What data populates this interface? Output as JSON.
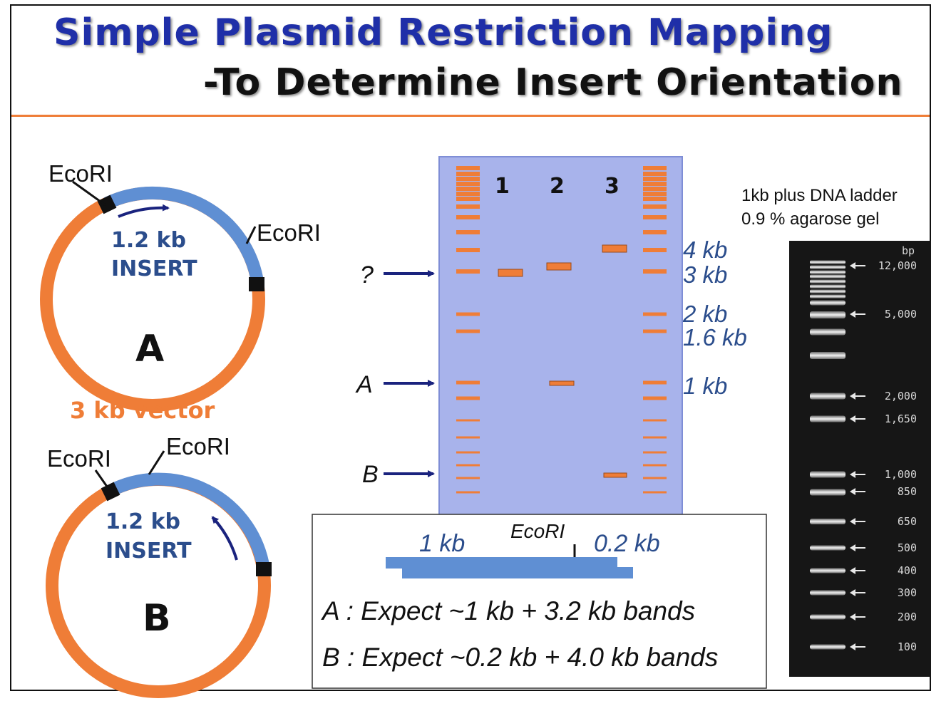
{
  "title": {
    "line1": "Simple Plasmid Restriction Mapping",
    "line2": "-To Determine Insert Orientation"
  },
  "colors": {
    "vector": "#ef7d37",
    "insert": "#5f8fd3",
    "title_blue": "#1f2fa8",
    "label_blue": "#2b4d8c",
    "gel_bg": "#a8b3eb",
    "band": "#ef7d37"
  },
  "plasmid_a": {
    "site_label_1": "EcoRI",
    "site_label_2": "EcoRI",
    "insert_size": "1.2 kb",
    "insert_label": "INSERT",
    "letter": "A",
    "vector_label": "3 kb vector"
  },
  "plasmid_b": {
    "site_label_1": "EcoRI",
    "site_label_2": "EcoRI",
    "insert_size": "1.2 kb",
    "insert_label": "INSERT",
    "letter": "B"
  },
  "gel": {
    "lanes": [
      "1",
      "2",
      "3"
    ],
    "size_labels": [
      "4 kb",
      "3 kb",
      "2 kb",
      "1.6 kb",
      "1 kb"
    ],
    "arrow_labels": [
      "?",
      "A",
      "B"
    ],
    "sample_bands_kb": {
      "lane_1": [
        3.0
      ],
      "lane_2": [
        3.2,
        1.0
      ],
      "lane_3": [
        4.0,
        0.2
      ]
    }
  },
  "map_box": {
    "left_kb": "1 kb",
    "site": "EcoRI",
    "right_kb": "0.2 kb",
    "expect_a": "A : Expect ~1 kb + 3.2 kb bands",
    "expect_b": "B : Expect ~0.2 kb + 4.0 kb bands"
  },
  "ladder_photo": {
    "caption_1": "1kb plus DNA ladder",
    "caption_2": "0.9 % agarose gel",
    "unit": "bp",
    "marker_labels": [
      "12,000",
      "5,000",
      "2,000",
      "1,650",
      "1,000",
      "850",
      "650",
      "500",
      "400",
      "300",
      "200",
      "100"
    ]
  }
}
